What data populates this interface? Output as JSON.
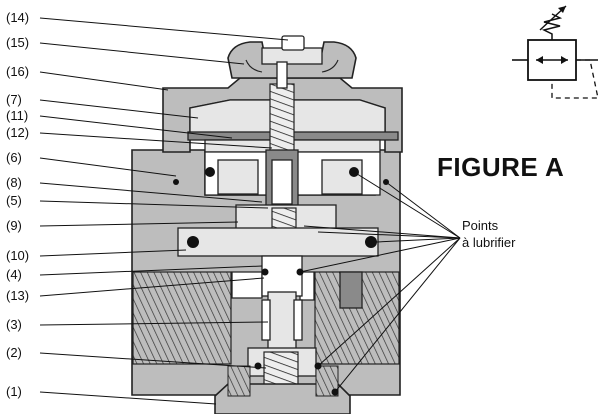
{
  "figure_title": "FIGURE A",
  "part_labels": [
    "(14)",
    "(15)",
    "(16)",
    "(7)",
    "(11)",
    "(12)",
    "(6)",
    "(8)",
    "(5)",
    "(9)",
    "(10)",
    "(4)",
    "(13)",
    "(3)",
    "(2)",
    "(1)"
  ],
  "lubrication_note": {
    "line1": "Points",
    "line2": "à lubrifier"
  },
  "symbol": {
    "name": "pressure-regulator-symbol"
  },
  "colors": {
    "body": "#bdbdbd",
    "dark_part": "#8a8a8a",
    "light_part": "#e6e6e6",
    "outline": "#222222"
  }
}
